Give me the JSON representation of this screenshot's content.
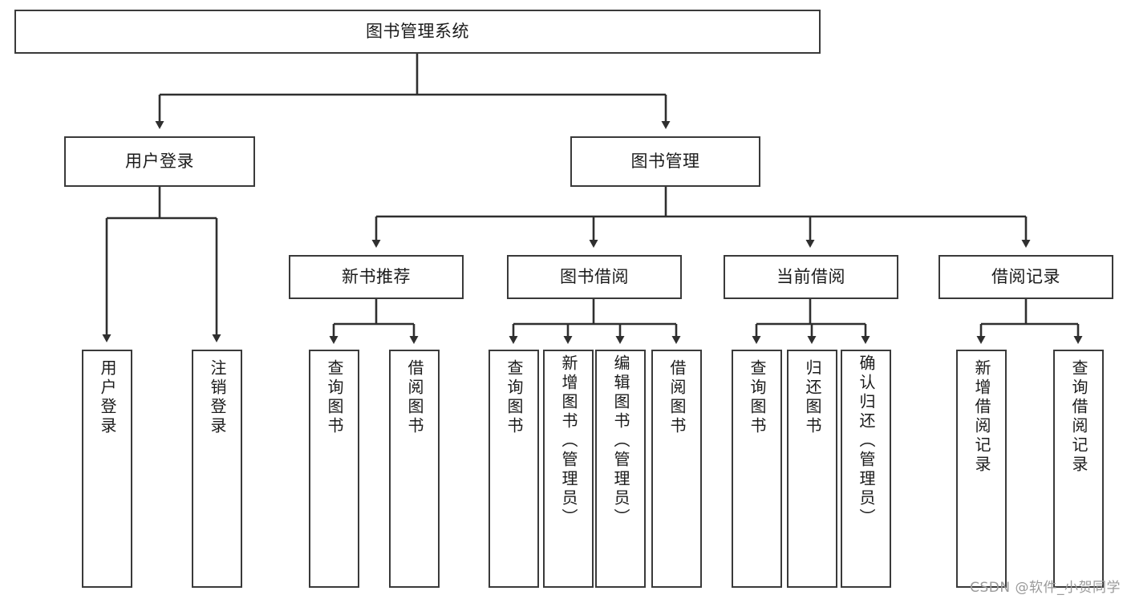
{
  "diagram": {
    "type": "tree",
    "title": "图书管理系统",
    "orientation": "top-down",
    "colors": {
      "box_border": "#3a3a3a",
      "box_fill": "#ffffff",
      "edge": "#2f2f2f",
      "text": "#1b1b1b",
      "watermark": "#9a9a9a"
    },
    "root": {
      "label": "图书管理系统"
    },
    "level2": [
      {
        "label": "用户登录"
      },
      {
        "label": "图书管理"
      }
    ],
    "level3": [
      {
        "label": "新书推荐"
      },
      {
        "label": "图书借阅"
      },
      {
        "label": "当前借阅"
      },
      {
        "label": "借阅记录"
      }
    ],
    "leaves": {
      "user_login": [
        {
          "label": "用户登录"
        },
        {
          "label": "注销登录"
        }
      ],
      "new_book_rec": [
        {
          "label": "查询图书"
        },
        {
          "label": "借阅图书"
        }
      ],
      "book_borrow": [
        {
          "label": "查询图书"
        },
        {
          "label": "新增图书（管理员）"
        },
        {
          "label": "编辑图书（管理员）"
        },
        {
          "label": "借阅图书"
        }
      ],
      "current_borrow": [
        {
          "label": "查询图书"
        },
        {
          "label": "归还图书"
        },
        {
          "label": "确认归还（管理员）"
        }
      ],
      "borrow_record": [
        {
          "label": "新增借阅记录"
        },
        {
          "label": "查询借阅记录"
        }
      ]
    }
  },
  "watermark": {
    "text": "CSDN @软件_小贺同学"
  }
}
